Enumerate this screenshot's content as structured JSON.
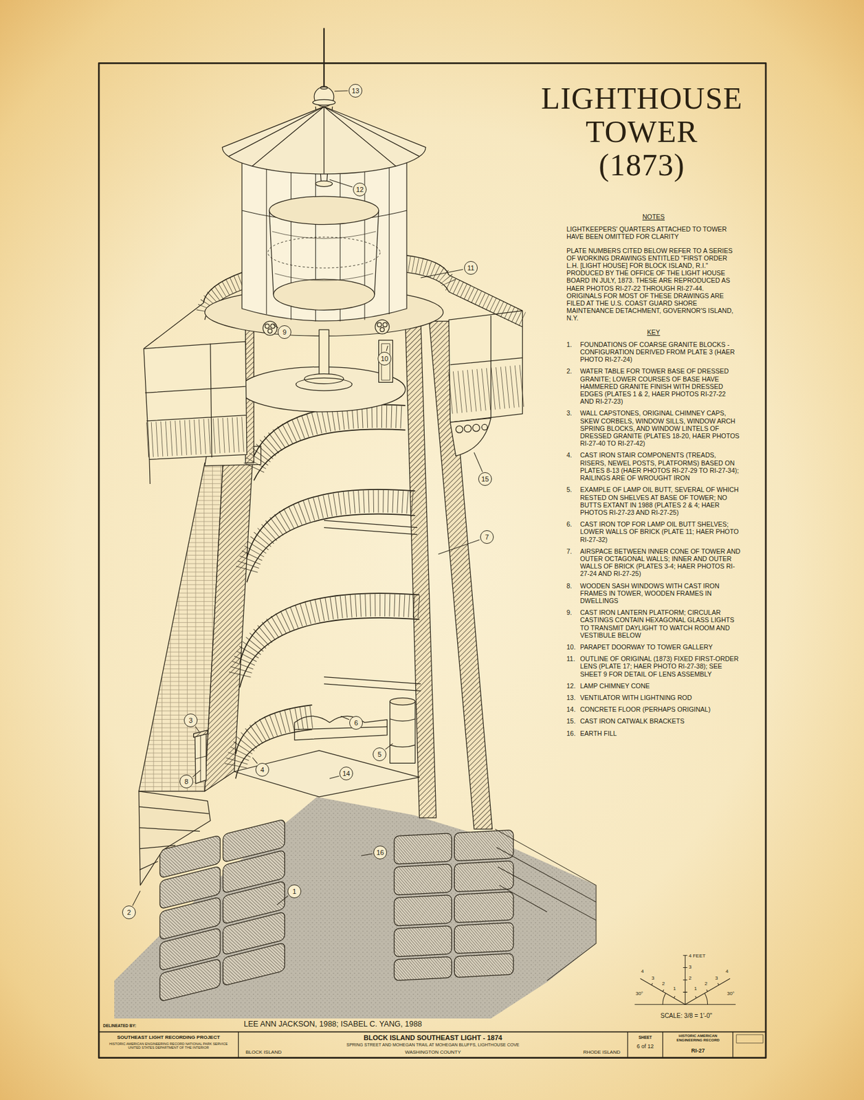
{
  "diagram": {
    "title": "LIGHTHOUSE TOWER (1873)",
    "nodes": [
      {
        "text": [
          "13"
        ]
      },
      {
        "text": [
          "12"
        ]
      },
      {
        "text": [
          "11"
        ]
      },
      {
        "text": [
          "9"
        ]
      },
      {
        "text": [
          "10"
        ]
      },
      {
        "text": [
          "15"
        ]
      },
      {
        "text": [
          "7"
        ]
      },
      {
        "text": [
          "3"
        ]
      },
      {
        "text": [
          "6"
        ]
      },
      {
        "text": [
          "5"
        ]
      },
      {
        "text": [
          "14"
        ]
      },
      {
        "text": [
          "4"
        ]
      },
      {
        "text": [
          "8"
        ]
      },
      {
        "text": [
          "16"
        ]
      },
      {
        "text": [
          "1"
        ]
      },
      {
        "text": [
          "2"
        ]
      },
      {
        "text": [
          "SOUTHEAST LIGHT RECORDING PROJECT",
          "HISTORIC AMERICAN ENGINEERING RECORD NATIONAL PARK SERVICE UNITED STATES DEPARTMENT OF THE INTERIOR"
        ]
      },
      {
        "text": [
          "BLOCK ISLAND SOUTHEAST LIGHT - 1874",
          "SPRING STREET AND MOHEGAN TRAIL AT MOHEGAN BLUFFS, LIGHTHOUSE COVE",
          "WASHINGTON COUNTY",
          "BLOCK ISLAND",
          "RHODE ISLAND"
        ]
      },
      {
        "text": [
          "SHEET",
          "6 of 12"
        ]
      },
      {
        "text": [
          "HISTORIC AMERICAN ENGINEERING RECORD",
          "RI-27"
        ]
      }
    ],
    "labels": [
      "NOTES",
      "LIGHTKEEPERS' QUARTERS ATTACHED TO TOWER HAVE BEEN OMITTED FOR CLARITY",
      "PLATE NUMBERS CITED BELOW REFER TO A SERIES OF WORKING DRAWINGS ENTITLED \"FIRST ORDER L.H. [LIGHT HOUSE] FOR BLOCK ISLAND, R.I.\" PRODUCED BY THE OFFICE OF THE LIGHT HOUSE BOARD IN JULY, 1873. THESE ARE REPRODUCED AS HAER PHOTOS RI-27-22 THROUGH RI-27-44. ORIGINALS FOR MOST OF THESE DRAWINGS ARE FILED AT THE U.S. COAST GUARD SHORE MAINTENANCE DETACHMENT, GOVERNOR'S ISLAND, N.Y.",
      "KEY",
      "1.",
      "FOUNDATIONS OF COARSE GRANITE BLOCKS - CONFIGURATION DERIVED FROM PLATE 3 (HAER PHOTO RI-27-24)",
      "2.",
      "WATER TABLE FOR TOWER BASE OF DRESSED GRANITE; LOWER COURSES OF BASE HAVE HAMMERED GRANITE FINISH WITH DRESSED EDGES (PLATES 1 & 2, HAER PHOTOS RI-27-22 AND RI-27-23)",
      "3.",
      "WALL CAPSTONES, ORIGINAL CHIMNEY CAPS, SKEW CORBELS, WINDOW SILLS, WINDOW ARCH SPRING BLOCKS, AND WINDOW LINTELS OF DRESSED GRANITE (PLATES 18-20, HAER PHOTOS RI-27-40 TO RI-27-42)",
      "4.",
      "CAST IRON STAIR COMPONENTS (TREADS, RISERS, NEWEL POSTS, PLATFORMS) BASED ON PLATES 8-13 (HAER PHOTOS RI-27-29 TO RI-27-34); RAILINGS ARE OF WROUGHT IRON",
      "5.",
      "EXAMPLE OF LAMP OIL BUTT, SEVERAL OF WHICH RESTED ON SHELVES AT BASE OF TOWER; NO BUTTS EXTANT IN 1988 (PLATES 2 & 4; HAER PHOTOS RI-27-23 AND RI-27-25)",
      "6.",
      "CAST IRON TOP FOR LAMP OIL BUTT SHELVES; LOWER WALLS OF BRICK (PLATE 11; HAER PHOTO RI-27-32)",
      "7.",
      "AIRSPACE BETWEEN INNER CONE OF TOWER AND OUTER OCTAGONAL WALLS; INNER AND OUTER WALLS OF BRICK (PLATES 3-4; HAER PHOTOS RI-27-24 AND RI-27-25)",
      "8.",
      "WOODEN SASH WINDOWS WITH CAST IRON FRAMES IN TOWER, WOODEN FRAMES IN DWELLINGS",
      "9.",
      "CAST IRON LANTERN PLATFORM; CIRCULAR CASTINGS CONTAIN HEXAGONAL GLASS LIGHTS TO TRANSMIT DAYLIGHT TO WATCH ROOM AND VESTIBULE BELOW",
      "10.",
      "PARAPET DOORWAY TO TOWER GALLERY",
      "11.",
      "OUTLINE OF ORIGINAL (1873) FIXED FIRST-ORDER LENS (PLATE 17; HAER PHOTO RI-27-38); SEE SHEET 9 FOR DETAIL OF LENS ASSEMBLY",
      "12.",
      "LAMP CHIMNEY CONE",
      "13.",
      "VENTILATOR WITH LIGHTNING ROD",
      "14.",
      "CONCRETE FLOOR (PERHAPS ORIGINAL)",
      "15.",
      "CAST IRON CATWALK BRACKETS",
      "16.",
      "EARTH FILL",
      "DELINEATED BY:",
      "LEE ANN JACKSON, 1988;  ISABEL C. YANG, 1988",
      "4 FEET",
      "3",
      "2",
      "4",
      "3",
      "2",
      "1",
      "1",
      "2",
      "3",
      "4",
      "30°",
      "30°",
      "SCALE: 3/8 = 1'-0\""
    ]
  }
}
